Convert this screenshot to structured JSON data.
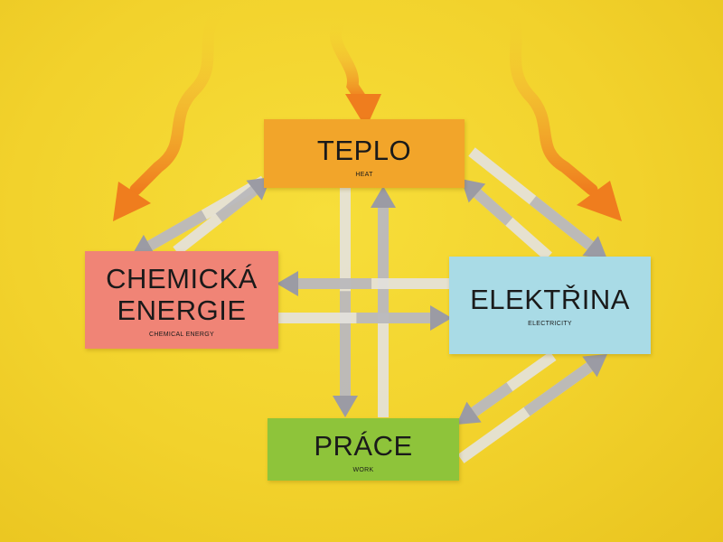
{
  "diagram": {
    "nodes": {
      "heat": {
        "title": "TEPLO",
        "subtitle": "HEAT"
      },
      "chemical": {
        "title": "CHEMICKÁ\nENERGIE",
        "subtitle": "CHEMICAL ENERGY"
      },
      "electricity": {
        "title": "ELEKTŘINA",
        "subtitle": "ELECTRICITY"
      },
      "work": {
        "title": "PRÁCE",
        "subtitle": "WORK"
      }
    },
    "connections": [
      {
        "from": "heat",
        "to": "chemical"
      },
      {
        "from": "chemical",
        "to": "heat"
      },
      {
        "from": "heat",
        "to": "electricity"
      },
      {
        "from": "electricity",
        "to": "heat"
      },
      {
        "from": "heat",
        "to": "work"
      },
      {
        "from": "work",
        "to": "heat"
      },
      {
        "from": "chemical",
        "to": "electricity"
      },
      {
        "from": "electricity",
        "to": "chemical"
      },
      {
        "from": "electricity",
        "to": "work"
      },
      {
        "from": "work",
        "to": "electricity"
      }
    ],
    "heat_loss_arrows": 3,
    "colors": {
      "background": "#f2d22c",
      "heat": "#f2a52a",
      "chemical": "#f08476",
      "electricity": "#a9dbe6",
      "work": "#8ec43a",
      "arrow": "#9b9ba4",
      "heat_wave": "#ef7d1e"
    }
  }
}
